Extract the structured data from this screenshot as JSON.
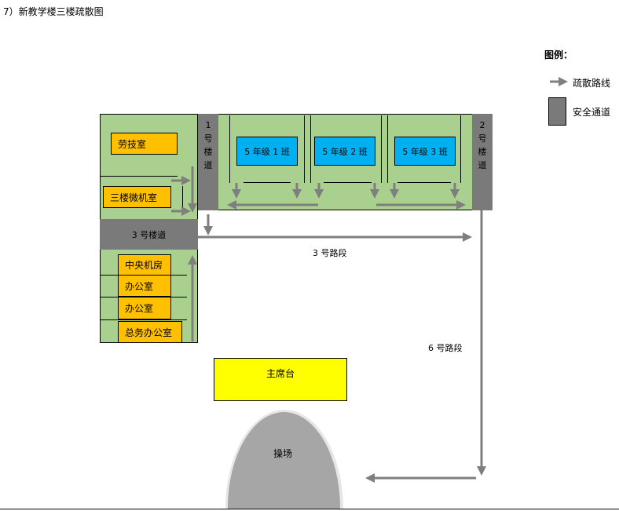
{
  "title": "7）新教学楼三楼疏散图",
  "legend": {
    "title": "图例：",
    "route_label": "疏散路线",
    "exit_label": "安全通道"
  },
  "rooms": {
    "labor": "劳技室",
    "computer": "三楼微机室",
    "server": "中央机房",
    "office1": "办公室",
    "office2": "办公室",
    "general_office": "总务办公室"
  },
  "classes": [
    "5 年级 1 班",
    "5 年级 2 班",
    "5 年级 3 班"
  ],
  "stairs": {
    "s1": [
      "1",
      "号",
      "楼",
      "道"
    ],
    "s2": [
      "2",
      "号",
      "楼",
      "道"
    ],
    "s3": "3 号楼道"
  },
  "routes": {
    "r3": "3 号路段",
    "r6": "6 号路段"
  },
  "podium": "主席台",
  "playground": "操场",
  "colors": {
    "green": "#a9d08e",
    "room": "#ffc000",
    "class": "#00b0f0",
    "stair": "#7a7a7a",
    "podium": "#ffff00"
  }
}
